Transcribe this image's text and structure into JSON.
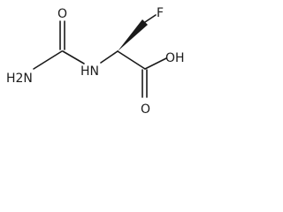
{
  "molecule": {
    "atoms": {
      "amine": "H2N",
      "urea_oxygen": "O",
      "amide_nitrogen": "HN",
      "fluorine": "F",
      "hydroxyl": "OH",
      "carboxyl_oxygen": "O"
    },
    "colors": {
      "bond": "#1a1a1a",
      "label": "#1a1a1a",
      "background": "#ffffff"
    }
  }
}
